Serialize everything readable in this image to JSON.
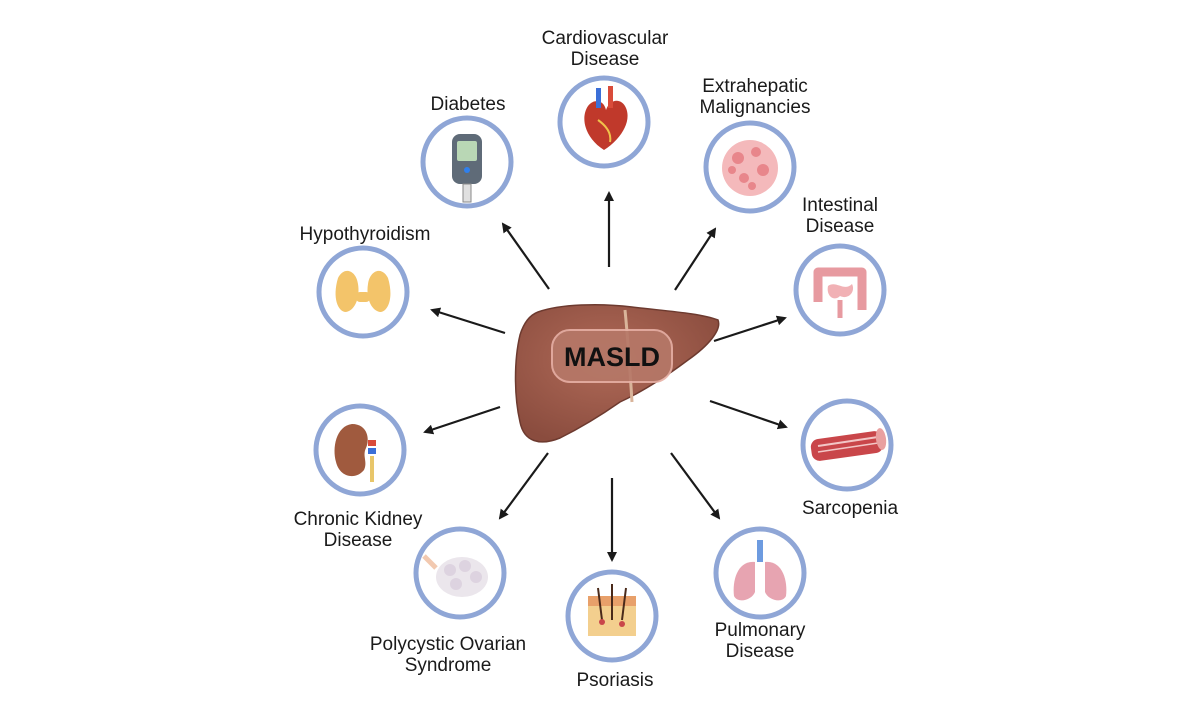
{
  "center": {
    "label": "MASLD"
  },
  "conditions": [
    {
      "id": "cardio",
      "line1": "Cardiovascular",
      "line2": "Disease",
      "icon": "heart-icon"
    },
    {
      "id": "malig",
      "line1": "Extrahepatic",
      "line2": "Malignancies",
      "icon": "tumor-cell-icon"
    },
    {
      "id": "intestinal",
      "line1": "Intestinal",
      "line2": "Disease",
      "icon": "intestine-icon"
    },
    {
      "id": "sarco",
      "line1": "Sarcopenia",
      "line2": "",
      "icon": "muscle-fiber-icon"
    },
    {
      "id": "pulm",
      "line1": "Pulmonary",
      "line2": "Disease",
      "icon": "lungs-icon"
    },
    {
      "id": "psor",
      "line1": "Psoriasis",
      "line2": "",
      "icon": "skin-layers-icon"
    },
    {
      "id": "pcos",
      "line1": "Polycystic Ovarian",
      "line2": "Syndrome",
      "icon": "ovary-icon"
    },
    {
      "id": "ckd",
      "line1": "Chronic Kidney",
      "line2": "Disease",
      "icon": "kidney-icon"
    },
    {
      "id": "hypo",
      "line1": "Hypothyroidism",
      "line2": "",
      "icon": "thyroid-icon"
    },
    {
      "id": "diab",
      "line1": "Diabetes",
      "line2": "",
      "icon": "glucometer-icon"
    }
  ],
  "colors": {
    "ring": "#8fa6d6",
    "liver": "#9c5a4a",
    "arrow": "#1a1a1a"
  }
}
